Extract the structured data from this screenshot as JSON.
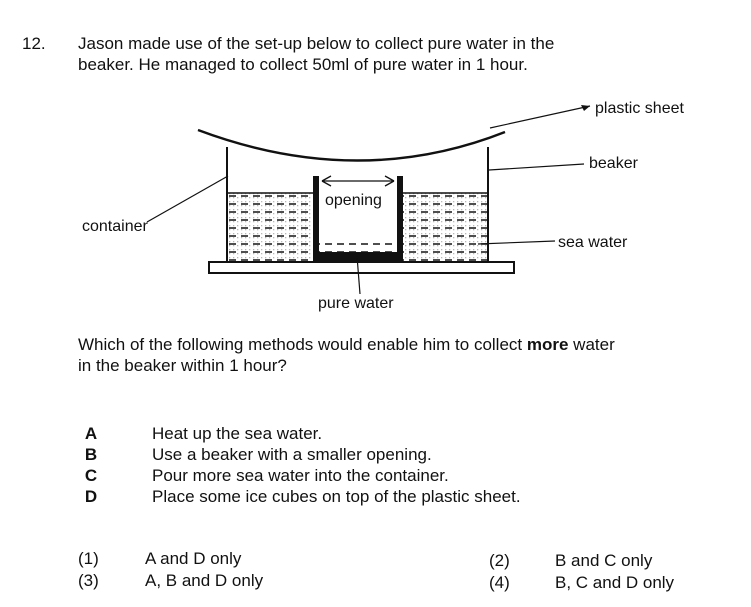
{
  "question": {
    "number": "12.",
    "stem_lines": [
      "Jason made use of the set-up below to collect pure water in the",
      "beaker. He managed to collect 50ml of pure water in 1 hour."
    ],
    "prompt_line1_before": "Which of the following methods would enable him to collect ",
    "prompt_line1_bold": "more",
    "prompt_line1_after": " water",
    "prompt_line2": "in the beaker within 1 hour?"
  },
  "diagram": {
    "labels": {
      "plastic_sheet": "plastic sheet",
      "beaker": "beaker",
      "container": "container",
      "opening": "opening",
      "sea_water": "sea water",
      "pure_water": "pure water"
    }
  },
  "choices": [
    {
      "letter": "A",
      "text": "Heat up the sea water."
    },
    {
      "letter": "B",
      "text": "Use a beaker with a smaller opening."
    },
    {
      "letter": "C",
      "text": "Pour more sea water into the container."
    },
    {
      "letter": "D",
      "text": "Place some ice cubes on top of the plastic sheet."
    }
  ],
  "answers": [
    {
      "num": "(1)",
      "text": "A and D only"
    },
    {
      "num": "(2)",
      "text": "B and C only"
    },
    {
      "num": "(3)",
      "text": "A, B and D only"
    },
    {
      "num": "(4)",
      "text": "B, C and D only"
    }
  ]
}
